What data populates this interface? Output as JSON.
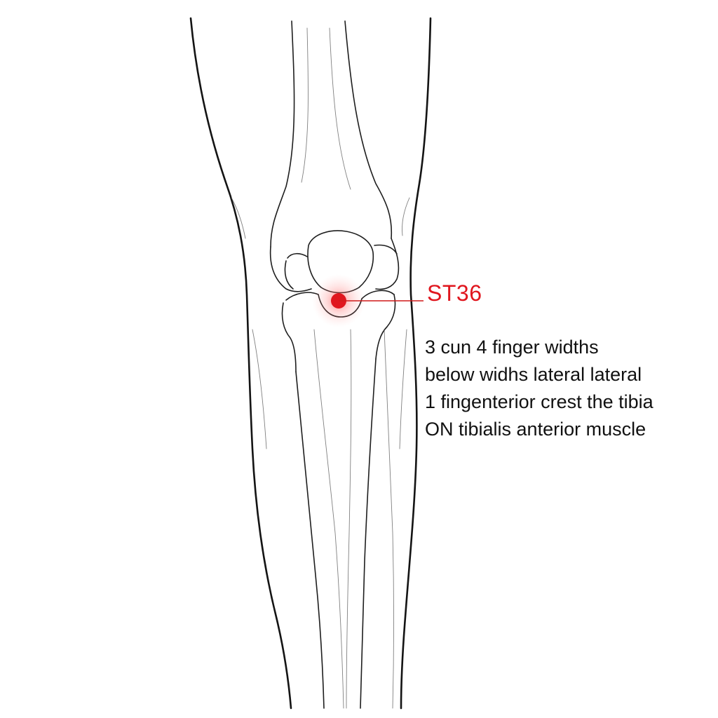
{
  "acupoint": {
    "label": "ST36",
    "color": "#e0161e",
    "glow_color": "#ff8a8a"
  },
  "description": {
    "lines": [
      "3 cun 4 finger widths",
      " below widhs lateral lateral",
      " 1 fingenterior crest the tibia",
      " ON tibialis anterior muscle"
    ]
  },
  "figure": {
    "subject": "knee-and-lower-leg-line-drawing",
    "line_color": "#141414",
    "background": "#ffffff"
  }
}
